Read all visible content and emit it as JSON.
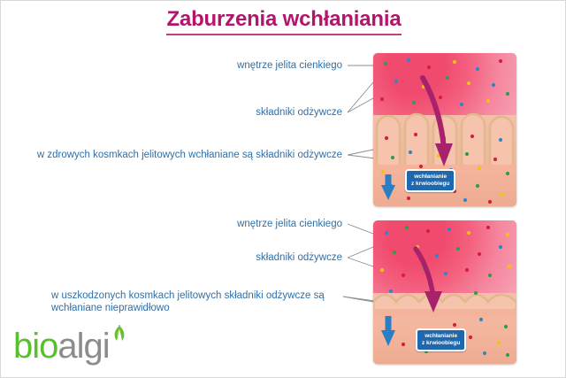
{
  "page": {
    "title": "Zaburzenia wchłaniania",
    "background_color": "#ffffff",
    "title_color": "#b2156b",
    "label_color": "#2f6fa8"
  },
  "healthy_section": {
    "callouts": [
      {
        "id": "lumen",
        "text": "wnętrze jelita cienkiego"
      },
      {
        "id": "nutrients",
        "text": "składniki odżywcze"
      },
      {
        "id": "summary",
        "text": "w zdrowych kosmkach jelitowych wchłaniane są składniki odżywcze"
      }
    ],
    "panel": {
      "badge_line1": "wchłanianie",
      "badge_line2": "z krwioobiegu",
      "badge_color": "#1f68ad",
      "villi_shape": "tall-finger-villi",
      "villi_count": 5,
      "lumen_color": "#f04a6e",
      "tissue_color": "#f3b49b",
      "down_arrow_color": "#a8216b",
      "blue_arrow_color": "#2a7fc4"
    }
  },
  "damaged_section": {
    "callouts": [
      {
        "id": "lumen",
        "text": "wnętrze jelita cienkiego"
      },
      {
        "id": "nutrients",
        "text": "składniki odżywcze"
      },
      {
        "id": "summary",
        "text": "w uszkodzonych kosmkach jelitowych składniki odżywcze są wchłaniane nieprawidłowo"
      }
    ],
    "panel": {
      "badge_line1": "wchłanianie",
      "badge_line2": "z krwioobiegu",
      "badge_color": "#1f68ad",
      "villi_shape": "flattened-blunt-villi",
      "villi_count": 6,
      "lumen_color": "#f04a6e",
      "tissue_color": "#f3b49b",
      "down_arrow_color": "#a8216b",
      "blue_arrow_color": "#2a7fc4"
    }
  },
  "logo": {
    "part1": "bio",
    "part2": "algi",
    "part1_color": "#58c02c",
    "part2_color": "#8c8c8c",
    "leaf_icon": "leaf-icon"
  },
  "legend": {
    "nutrient_dot_colors": [
      "#f2c30d",
      "#2e9e4a",
      "#2f86c9",
      "#d81e3c",
      "#e05a2b"
    ]
  }
}
